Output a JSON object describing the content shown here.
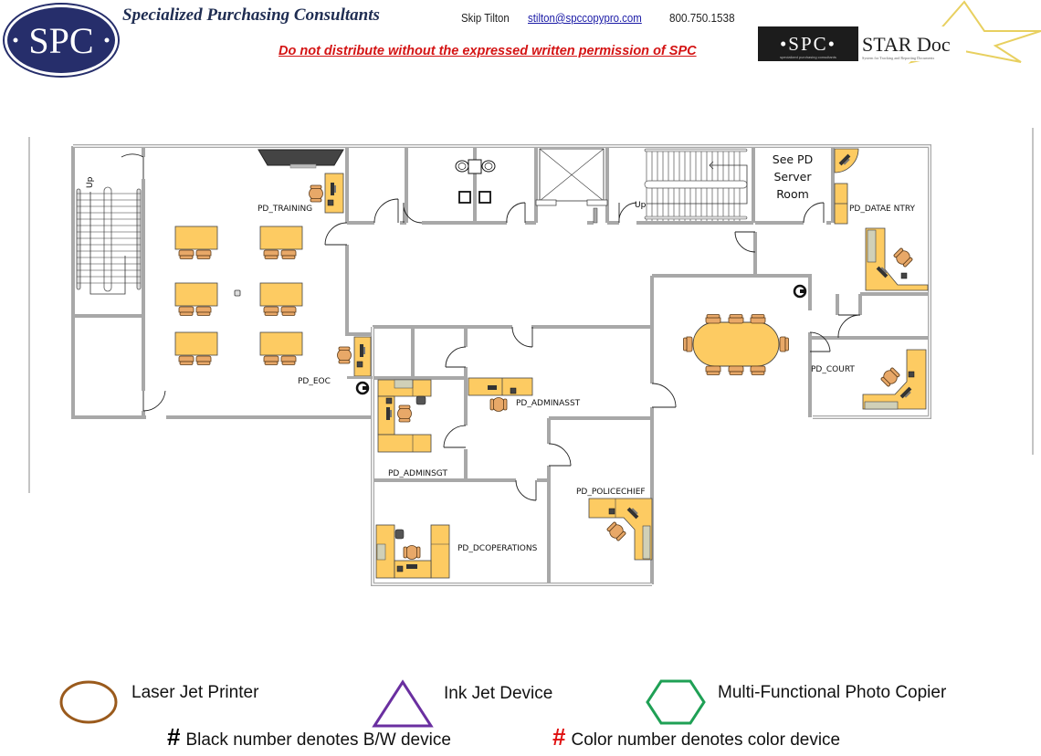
{
  "header": {
    "logo_text": "SPC",
    "company_name": "Specialized Purchasing Consultants",
    "contact_name": "Skip Tilton",
    "contact_email": "stilton@spccopypro.com",
    "contact_phone": "800.750.1538",
    "warning": "Do not distribute without the expressed written permission of SPC",
    "stardoc_logo_left": "•SPC•",
    "stardoc_logo_sub": "specialized purchasing consultants",
    "stardoc_title": "STAR Doc",
    "stardoc_tagline": "System for Tracking and Reporting Documents"
  },
  "floorplan": {
    "rooms": {
      "training": "PD_TRAINING",
      "eoc": "PD_EOC",
      "server_note_line1": "See PD",
      "server_note_line2": "Server",
      "server_note_line3": "Room",
      "dataentry": "PD_DATAE NTRY",
      "court": "PD_COURT",
      "adminasst": "PD_ADMINASST",
      "adminsgt": "PD_ADMINSGT",
      "policechief": "PD_POLICECHIEF",
      "dcoperations": "PD_DCOPERATIONS"
    },
    "stair_labels": {
      "left_up": "Up",
      "right_up": "Up"
    }
  },
  "legend": {
    "items": [
      {
        "shape": "circle",
        "label": "Laser Jet Printer",
        "color": "#9a5a1c"
      },
      {
        "shape": "triangle",
        "label": "Ink Jet Device",
        "color": "#6a2fa0"
      },
      {
        "shape": "hexagon",
        "label": "Multi-Functional Photo Copier",
        "color": "#1fa055"
      }
    ],
    "notes": [
      {
        "symbol": "#",
        "text": "Black number denotes B/W device",
        "color": "#000000"
      },
      {
        "symbol": "#",
        "text": "Color number denotes color device",
        "color": "#e01010"
      }
    ]
  },
  "colors": {
    "furniture": "#fdcb62",
    "chair": "#e8a868",
    "wall": "#a8a8a8",
    "logo_navy": "#262e6b",
    "warning_red": "#d41414"
  }
}
